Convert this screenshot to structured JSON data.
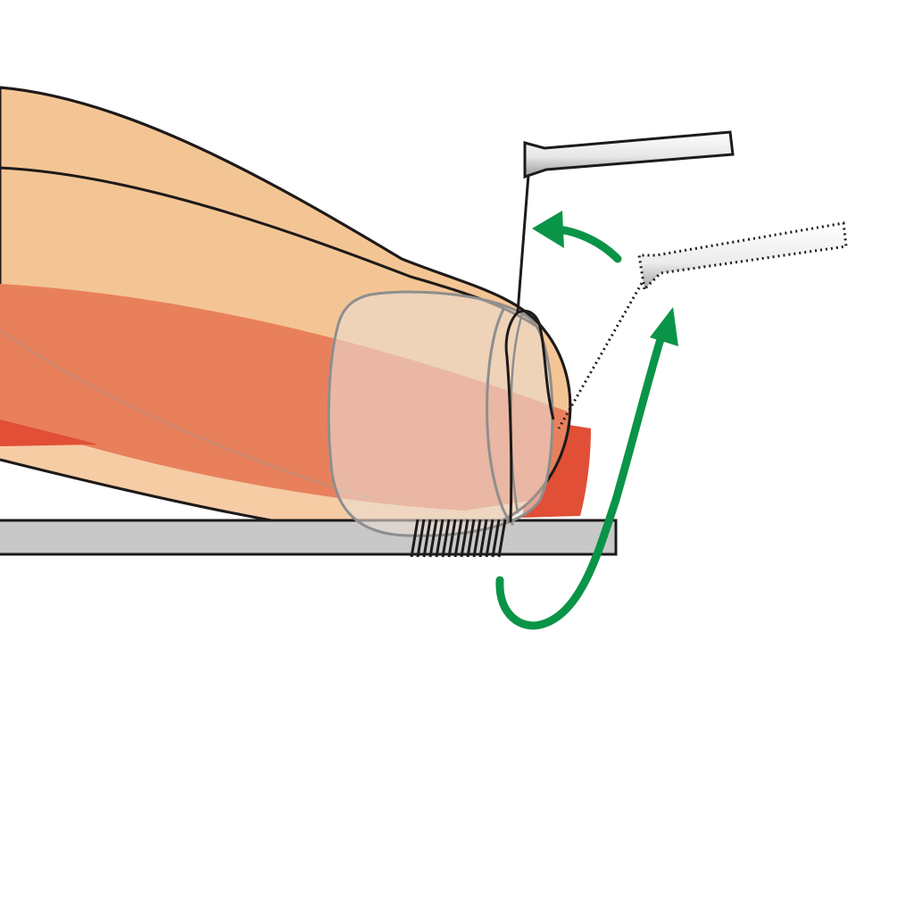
{
  "diagram": {
    "labels": [],
    "colors": {
      "background": "#ffffff",
      "skin": "#f4c594",
      "skin_light": "#f7d4ad",
      "muscle": "#e8805c",
      "muscle_edge": "#e04f36",
      "nail": "#e9dcd2",
      "nail_outline": "#8e8e8e",
      "surface": "#c8c8c8",
      "outline": "#1e1a1a",
      "arrow": "#0a9447",
      "instrument_light": "#f2f2f2",
      "instrument_dark": "#9a9a9a"
    },
    "elements": [
      "finger",
      "muscle-band",
      "fingernail",
      "flat-surface",
      "contact-hatching",
      "instrument-current",
      "instrument-previous",
      "motion-arrow-small",
      "motion-arrow-loop"
    ]
  }
}
